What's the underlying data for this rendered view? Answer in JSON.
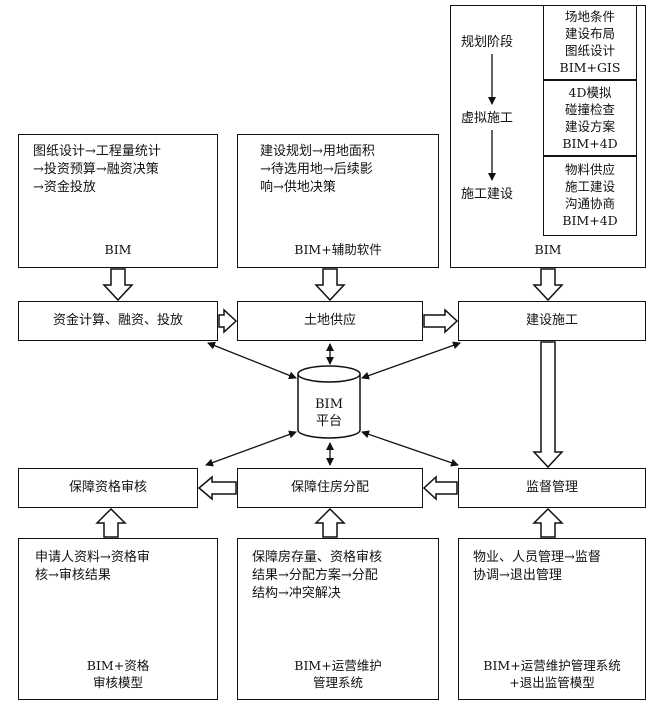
{
  "top_boxes": {
    "funding_flow": "图纸设计→工程量统计\n→投资预算→融资决策\n→资金投放",
    "funding_label": "BIM",
    "land_flow": "建设规划→用地面积\n→待选用地→后续影\n响→供地决策",
    "land_label": "BIM+辅助软件",
    "construction_label": "BIM",
    "stages": [
      {
        "name": "规划阶段",
        "detail": "场地条件\n建设布局\n图纸设计\nBIM+GIS"
      },
      {
        "name": "虚拟施工",
        "detail": "4D模拟\n碰撞检查\n建设方案\nBIM+4D"
      },
      {
        "name": "施工建设",
        "detail": "物料供应\n施工建设\n沟通协商\nBIM+4D"
      }
    ]
  },
  "middle": {
    "funding": "资金计算、融资、投放",
    "land": "土地供应",
    "construction": "建设施工",
    "platform": "BIM\n平台"
  },
  "lower": {
    "eligibility": "保障资格审核",
    "allocation": "保障住房分配",
    "supervision": "监督管理"
  },
  "bottom_boxes": {
    "eligibility_flow": "申请人资料→资格审\n核→审核结果",
    "eligibility_label": "BIM+资格\n审核模型",
    "allocation_flow": "保障房存量、资格审核\n结果→分配方案→分配\n结构→冲突解决",
    "allocation_label": "BIM+运营维护\n管理系统",
    "supervision_flow": "物业、人员管理→监督\n协调→退出管理",
    "supervision_label": "BIM+运营维护管理系统\n+退出监管模型"
  }
}
